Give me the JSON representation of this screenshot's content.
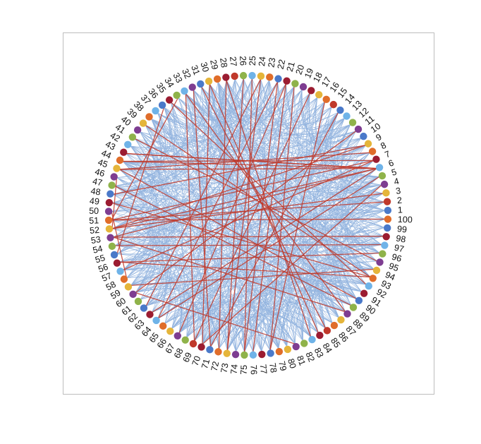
{
  "colors": {
    "frame_border": "#bdbdbd",
    "link_blue": "#3a76c4",
    "link_red": "#c0392b",
    "label": "#111111"
  },
  "palette": [
    "#4a79c9",
    "#e5b53a",
    "#c0392b",
    "#e06d2a",
    "#7e3d91",
    "#8fb34a",
    "#9b1c31",
    "#6fb3e8"
  ],
  "chart_data": {
    "type": "chord",
    "nodes": [
      1,
      2,
      3,
      4,
      5,
      6,
      7,
      8,
      9,
      10,
      11,
      12,
      13,
      14,
      15,
      16,
      17,
      18,
      19,
      20,
      21,
      22,
      23,
      24,
      25,
      26,
      27,
      28,
      29,
      30,
      31,
      32,
      33,
      34,
      35,
      36,
      37,
      38,
      39,
      40,
      41,
      42,
      43,
      44,
      45,
      46,
      47,
      48,
      49,
      50,
      51,
      52,
      53,
      54,
      55,
      56,
      57,
      58,
      59,
      60,
      61,
      62,
      63,
      64,
      65,
      66,
      67,
      68,
      69,
      70,
      71,
      72,
      73,
      74,
      75,
      76,
      77,
      78,
      79,
      80,
      81,
      82,
      83,
      84,
      85,
      86,
      87,
      88,
      89,
      90,
      91,
      92,
      93,
      94,
      95,
      96,
      97,
      98,
      99,
      100
    ],
    "node_colors": [
      "#4a79c9",
      "#c0392b",
      "#e5b53a",
      "#7e3d91",
      "#8fb34a",
      "#6fb3e8",
      "#9b1c31",
      "#e06d2a",
      "#e5b53a",
      "#4a79c9",
      "#7e3d91",
      "#8fb34a",
      "#6fb3e8",
      "#4a79c9",
      "#c0392b",
      "#e06d2a",
      "#e5b53a",
      "#9b1c31",
      "#7e3d91",
      "#8fb34a",
      "#9b1c31",
      "#4a79c9",
      "#e06d2a",
      "#e5b53a",
      "#6fb3e8",
      "#8fb34a",
      "#c0392b",
      "#9b1c31",
      "#e06d2a",
      "#e5b53a",
      "#4a79c9",
      "#7e3d91",
      "#6fb3e8",
      "#8fb34a",
      "#9b1c31",
      "#4a79c9",
      "#6fb3e8",
      "#e06d2a",
      "#e5b53a",
      "#7e3d91",
      "#8fb34a",
      "#6fb3e8",
      "#9b1c31",
      "#e06d2a",
      "#e5b53a",
      "#7e3d91",
      "#8fb34a",
      "#4a79c9",
      "#9b1c31",
      "#7e3d91",
      "#e06d2a",
      "#e5b53a",
      "#7e3d91",
      "#8fb34a",
      "#4a79c9",
      "#9b1c31",
      "#6fb3e8",
      "#e06d2a",
      "#e5b53a",
      "#7e3d91",
      "#8fb34a",
      "#4a79c9",
      "#9b1c31",
      "#6fb3e8",
      "#e06d2a",
      "#e5b53a",
      "#7e3d91",
      "#8fb34a",
      "#c0392b",
      "#9b1c31",
      "#4a79c9",
      "#e06d2a",
      "#e5b53a",
      "#7e3d91",
      "#8fb34a",
      "#6fb3e8",
      "#9b1c31",
      "#4a79c9",
      "#e06d2a",
      "#e5b53a",
      "#7e3d91",
      "#8fb34a",
      "#6fb3e8",
      "#9b1c31",
      "#c0392b",
      "#e06d2a",
      "#e5b53a",
      "#7e3d91",
      "#8fb34a",
      "#4a79c9",
      "#9b1c31",
      "#6fb3e8",
      "#e06d2a",
      "#e5b53a",
      "#7e3d91",
      "#8fb34a",
      "#6fb3e8",
      "#9b1c31",
      "#4a79c9",
      "#e06d2a"
    ],
    "highlight_links": [
      [
        6,
        44
      ],
      [
        6,
        45
      ],
      [
        6,
        43
      ],
      [
        7,
        44
      ],
      [
        8,
        45
      ],
      [
        6,
        52
      ],
      [
        7,
        51
      ],
      [
        9,
        52
      ],
      [
        6,
        53
      ],
      [
        2,
        51
      ],
      [
        3,
        52
      ],
      [
        100,
        51
      ],
      [
        98,
        53
      ],
      [
        97,
        54
      ],
      [
        96,
        56
      ],
      [
        94,
        59
      ],
      [
        93,
        56
      ],
      [
        7,
        57
      ],
      [
        6,
        63
      ],
      [
        5,
        64
      ],
      [
        4,
        70
      ],
      [
        33,
        69
      ],
      [
        32,
        71
      ],
      [
        30,
        70
      ],
      [
        28,
        72
      ],
      [
        26,
        73
      ],
      [
        24,
        73
      ],
      [
        22,
        75
      ],
      [
        21,
        76
      ],
      [
        20,
        78
      ],
      [
        16,
        78
      ],
      [
        28,
        83
      ],
      [
        31,
        85
      ],
      [
        33,
        88
      ],
      [
        35,
        92
      ],
      [
        39,
        93
      ],
      [
        45,
        90
      ],
      [
        53,
        88
      ],
      [
        60,
        81
      ],
      [
        18,
        69
      ],
      [
        14,
        71
      ],
      [
        25,
        75
      ],
      [
        34,
        51
      ],
      [
        36,
        55
      ],
      [
        11,
        60
      ],
      [
        24,
        62
      ],
      [
        22,
        64
      ],
      [
        21,
        67
      ],
      [
        30,
        84
      ],
      [
        41,
        95
      ],
      [
        47,
        89
      ],
      [
        50,
        58
      ],
      [
        49,
        93
      ],
      [
        46,
        52
      ],
      [
        6,
        43
      ],
      [
        9,
        48
      ]
    ],
    "background_link_count": 900
  }
}
